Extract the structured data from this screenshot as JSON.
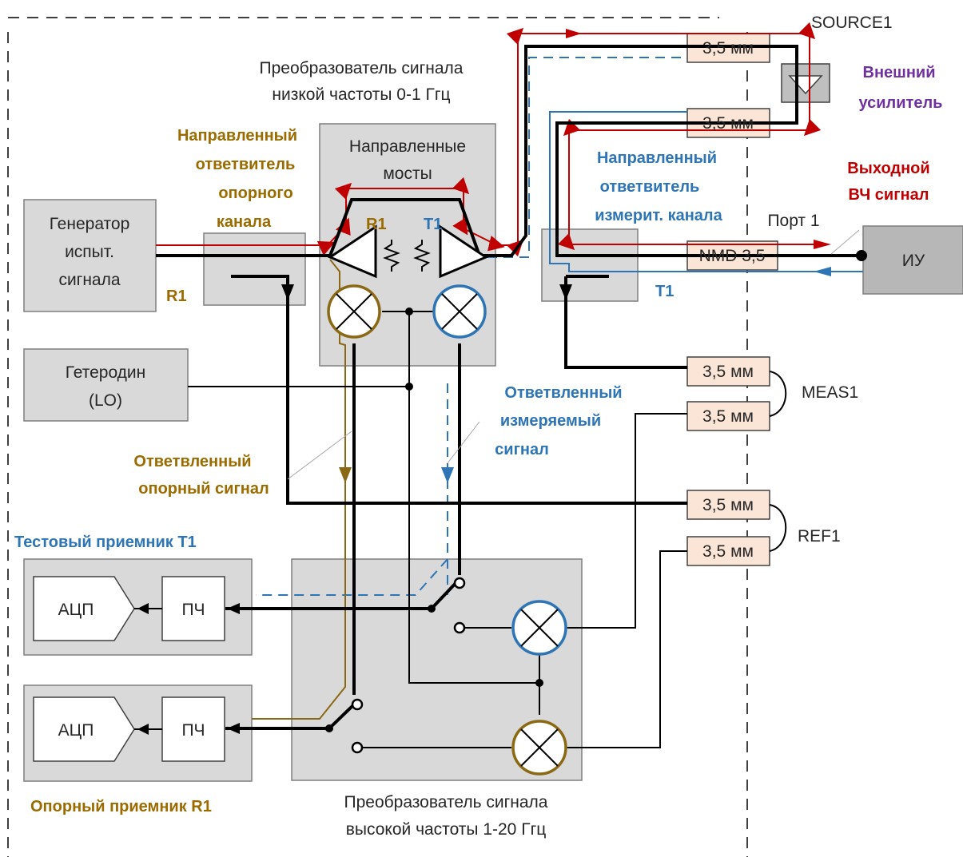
{
  "labels": {
    "source1": "SOURCE1",
    "lf_converter_1": "Преобразователь сигнала",
    "lf_converter_2": "низкой частоты 0-1 Ггц",
    "ext_amp_1": "Внешний",
    "ext_amp_2": "усилитель",
    "dir_bridges_1": "Направленные",
    "dir_bridges_2": "мосты",
    "ref_coupler_1": "Направленный",
    "ref_coupler_2": "ответвитель",
    "ref_coupler_3": "опорного",
    "ref_coupler_4": "канала",
    "meas_coupler_1": "Направленный",
    "meas_coupler_2": "ответвитель",
    "meas_coupler_3": "измерит. канала",
    "output_rf_1": "Выходной",
    "output_rf_2": "ВЧ сигнал",
    "port1": "Порт 1",
    "generator_1": "Генератор",
    "generator_2": "испыт.",
    "generator_3": "сигнала",
    "r1_left": "R1",
    "r1_bridge": "R1",
    "t1_bridge": "T1",
    "t1_coupler": "T1",
    "dut": "ИУ",
    "lo_1": "Гетеродин",
    "lo_2": "(LO)",
    "meas1": "MEAS1",
    "ref1": "REF1",
    "branched_meas_1": "Ответвленный",
    "branched_meas_2": "измеряемый",
    "branched_meas_3": "сигнал",
    "branched_ref_1": "Ответвленный",
    "branched_ref_2": "опорный сигнал",
    "test_receiver": "Тестовый приемник T1",
    "ref_receiver": "Опорный приемник R1",
    "adc": "АЦП",
    "if": "ПЧ",
    "hf_converter_1": "Преобразователь сигнала",
    "hf_converter_2": "высокой частоты 1-20 Ггц"
  },
  "connectors": {
    "c1": "3,5 мм",
    "c2": "3,5 мм",
    "port": "NMD 3,5",
    "c3": "3,5 мм",
    "c4": "3,5 мм",
    "c5": "3,5 мм",
    "c6": "3,5 мм"
  },
  "colors": {
    "reference_path": "#8b6914",
    "measurement_path": "#2e75b6",
    "source_path": "#c00000",
    "amplifier_label": "#7030a0"
  }
}
